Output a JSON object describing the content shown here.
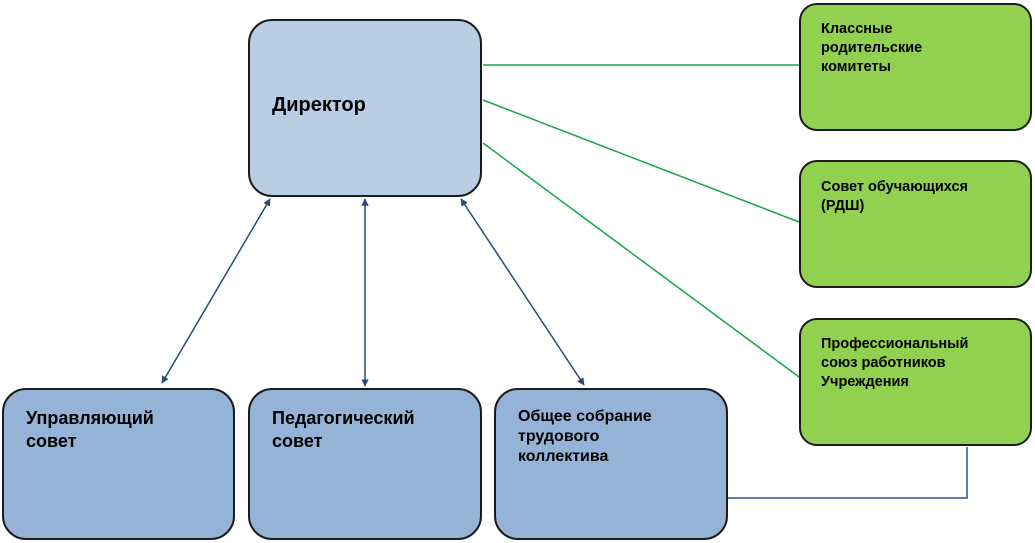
{
  "nodes": {
    "director": "Директор",
    "governing_board": "Управляющий\nсовет",
    "pedagogical_council": "Педагогический\nсовет",
    "general_assembly": "Общее собрание\nтрудового\nколлектива",
    "parent_committees": "Классные\nродительские\nкомитеты",
    "student_council": "Совет обучающихся\n(РДШ)",
    "trade_union": "Профессиональный\nсоюз работников\nУчреждения"
  },
  "colors": {
    "director_fill": "#b9cde5",
    "lower_box_fill": "#95b3d7",
    "green_box_fill": "#92d050",
    "arrow_color": "#2a4a7a",
    "green_line_color": "#16a74a",
    "blue_line_color": "#2f4fa0"
  }
}
